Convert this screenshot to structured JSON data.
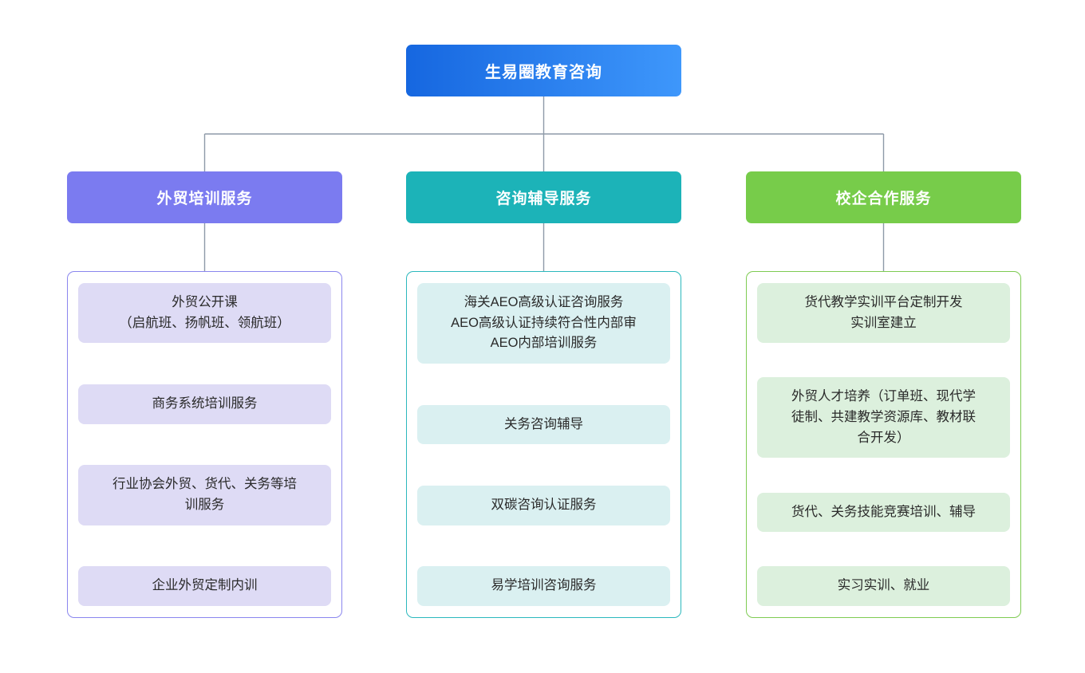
{
  "diagram": {
    "type": "organization-chart",
    "root": {
      "label": "生易圈教育咨询",
      "gradient_from": "#1667e0",
      "gradient_to": "#3e97fb",
      "text_color": "#ffffff"
    },
    "connector_color": "#8e9aa8",
    "branches": [
      {
        "id": "foreign-trade-training",
        "header_label": "外贸培训服务",
        "header_color": "#7b7bf0",
        "border_color": "#8a86ee",
        "card_bg": "#dedbf5",
        "text_color": "#2a2a2a",
        "items": [
          {
            "lines": [
              "外贸公开课",
              "（启航班、扬帆班、领航班）"
            ]
          },
          {
            "lines": [
              "商务系统培训服务"
            ]
          },
          {
            "lines": [
              "行业协会外贸、货代、关务等培",
              "训服务"
            ]
          },
          {
            "lines": [
              "企业外贸定制内训"
            ]
          }
        ]
      },
      {
        "id": "consulting-tutoring",
        "header_label": "咨询辅导服务",
        "header_color": "#1cb3b8",
        "border_color": "#2bb8bd",
        "card_bg": "#daf0f1",
        "text_color": "#2a2a2a",
        "items": [
          {
            "lines": [
              "海关AEO高级认证咨询服务",
              "AEO高级认证持续符合性内部审",
              "AEO内部培训服务"
            ]
          },
          {
            "lines": [
              "关务咨询辅导"
            ]
          },
          {
            "lines": [
              "双碳咨询认证服务"
            ]
          },
          {
            "lines": [
              "易学培训咨询服务"
            ]
          }
        ]
      },
      {
        "id": "school-enterprise-cooperation",
        "header_label": "校企合作服务",
        "header_color": "#77cc4a",
        "border_color": "#7ecb52",
        "card_bg": "#dcf0dd",
        "text_color": "#2a2a2a",
        "items": [
          {
            "lines": [
              "货代教学实训平台定制开发",
              "实训室建立"
            ]
          },
          {
            "lines": [
              "外贸人才培养（订单班、现代学",
              "徒制、共建教学资源库、教材联",
              "合开发）"
            ]
          },
          {
            "lines": [
              "货代、关务技能竞赛培训、辅导"
            ]
          },
          {
            "lines": [
              "实习实训、就业"
            ]
          }
        ]
      }
    ]
  }
}
